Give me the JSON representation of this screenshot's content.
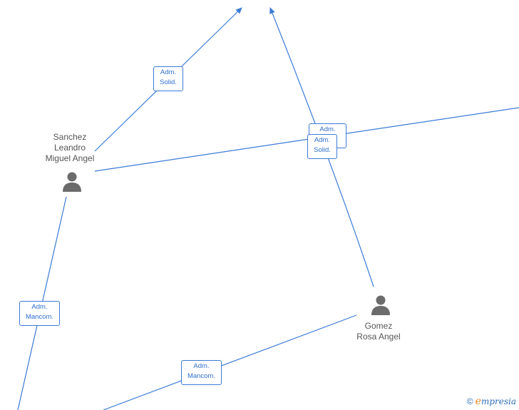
{
  "people": [
    {
      "id": "sanchez",
      "name_lines": [
        "Sanchez",
        "Leandro",
        "Miguel Angel"
      ]
    },
    {
      "id": "gomez",
      "name_lines": [
        "Gomez",
        "Rosa Angel"
      ]
    }
  ],
  "edge_labels": [
    {
      "id": "e1",
      "lines": [
        "Adm.",
        "Solid."
      ]
    },
    {
      "id": "e2",
      "lines": [
        "Adm.",
        "Solid."
      ]
    },
    {
      "id": "e3",
      "lines": [
        "Adm.",
        "Solid."
      ]
    },
    {
      "id": "e4",
      "lines": [
        "Adm.",
        "Mancom."
      ]
    },
    {
      "id": "e5",
      "lines": [
        "Adm.",
        "Mancom."
      ]
    }
  ],
  "colors": {
    "edge": "#3a7bd5",
    "label_text": "#2f6fd0",
    "person_icon": "#6b6b6b",
    "name_text": "#555555"
  },
  "icons": {
    "person": "person-icon",
    "copyright": "copyright-icon"
  },
  "brand": {
    "copyright": "©",
    "first": "e",
    "rest": "mpresia"
  }
}
